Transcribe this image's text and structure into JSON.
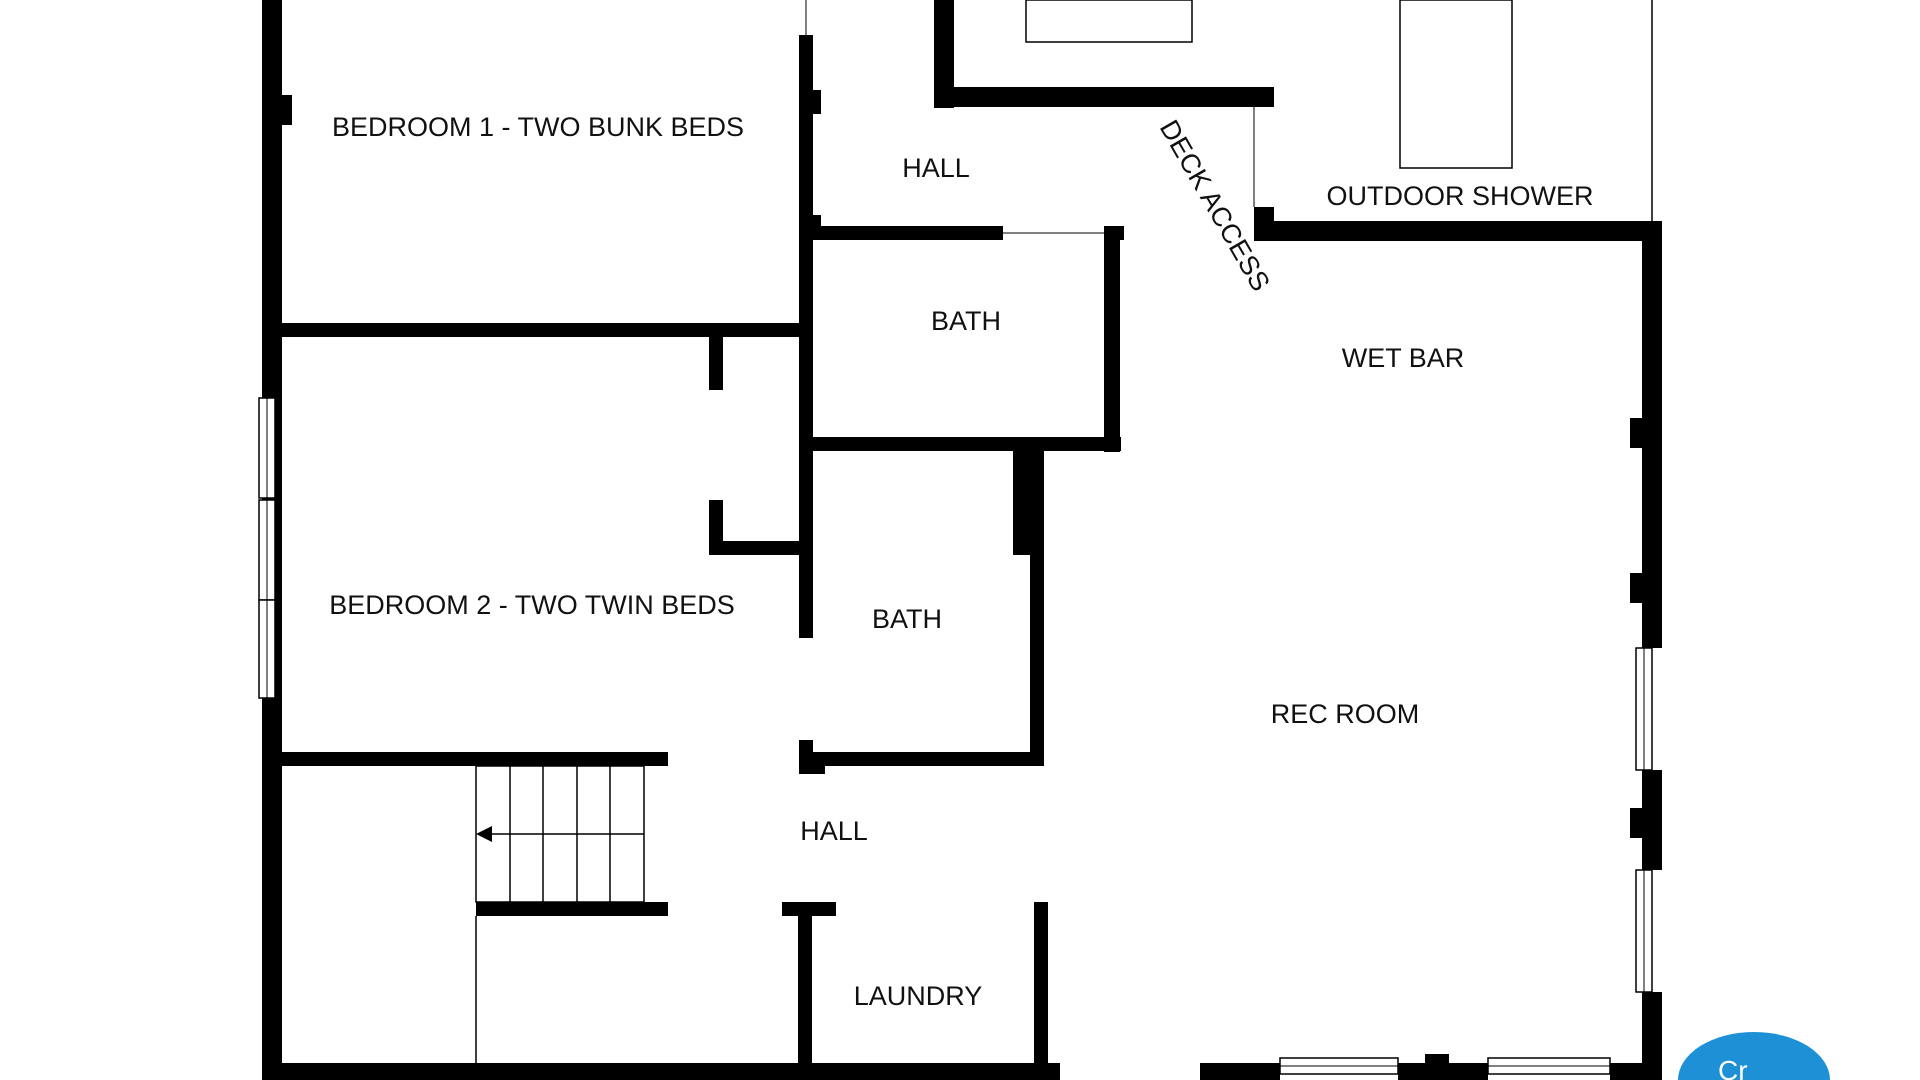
{
  "floor_plan": {
    "rooms": [
      {
        "key": "bedroom1",
        "label": "BEDROOM 1 - TWO BUNK BEDS"
      },
      {
        "key": "hall_upper",
        "label": "HALL"
      },
      {
        "key": "deck_access",
        "label": "DECK ACCESS"
      },
      {
        "key": "outdoor_shower",
        "label": "OUTDOOR SHOWER"
      },
      {
        "key": "bath_upper",
        "label": "BATH"
      },
      {
        "key": "wet_bar",
        "label": "WET BAR"
      },
      {
        "key": "bedroom2",
        "label": "BEDROOM 2 - TWO TWIN BEDS"
      },
      {
        "key": "bath_lower",
        "label": "BATH"
      },
      {
        "key": "rec_room",
        "label": "REC ROOM"
      },
      {
        "key": "hall_lower",
        "label": "HALL"
      },
      {
        "key": "laundry",
        "label": "LAUNDRY"
      }
    ],
    "colors": {
      "wall": "#000000",
      "background": "#ffffff",
      "badge": "#1e90d6"
    },
    "badge_text": "Cr"
  }
}
